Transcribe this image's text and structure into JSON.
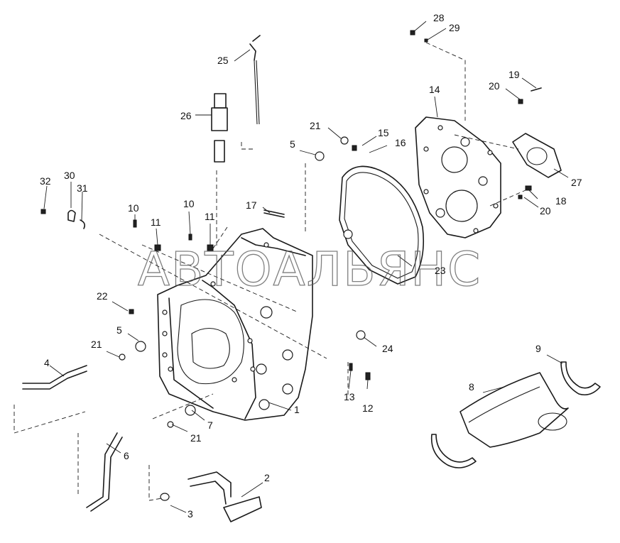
{
  "watermark": "АВТОАЛЬЯНС",
  "callouts": {
    "c1": "1",
    "c2": "2",
    "c3": "3",
    "c4": "4",
    "c5a": "5",
    "c5b": "5",
    "c6": "6",
    "c7": "7",
    "c8": "8",
    "c9": "9",
    "c10a": "10",
    "c10b": "10",
    "c11a": "11",
    "c11b": "11",
    "c12": "12",
    "c13": "13",
    "c14": "14",
    "c15": "15",
    "c16": "16",
    "c17": "17",
    "c18": "18",
    "c19": "19",
    "c20a": "20",
    "c20b": "20",
    "c21a": "21",
    "c21b": "21",
    "c21c": "21",
    "c22": "22",
    "c23": "23",
    "c24": "24",
    "c25": "25",
    "c26": "26",
    "c27": "27",
    "c28": "28",
    "c29": "29",
    "c30": "30",
    "c31": "31",
    "c32": "32"
  }
}
